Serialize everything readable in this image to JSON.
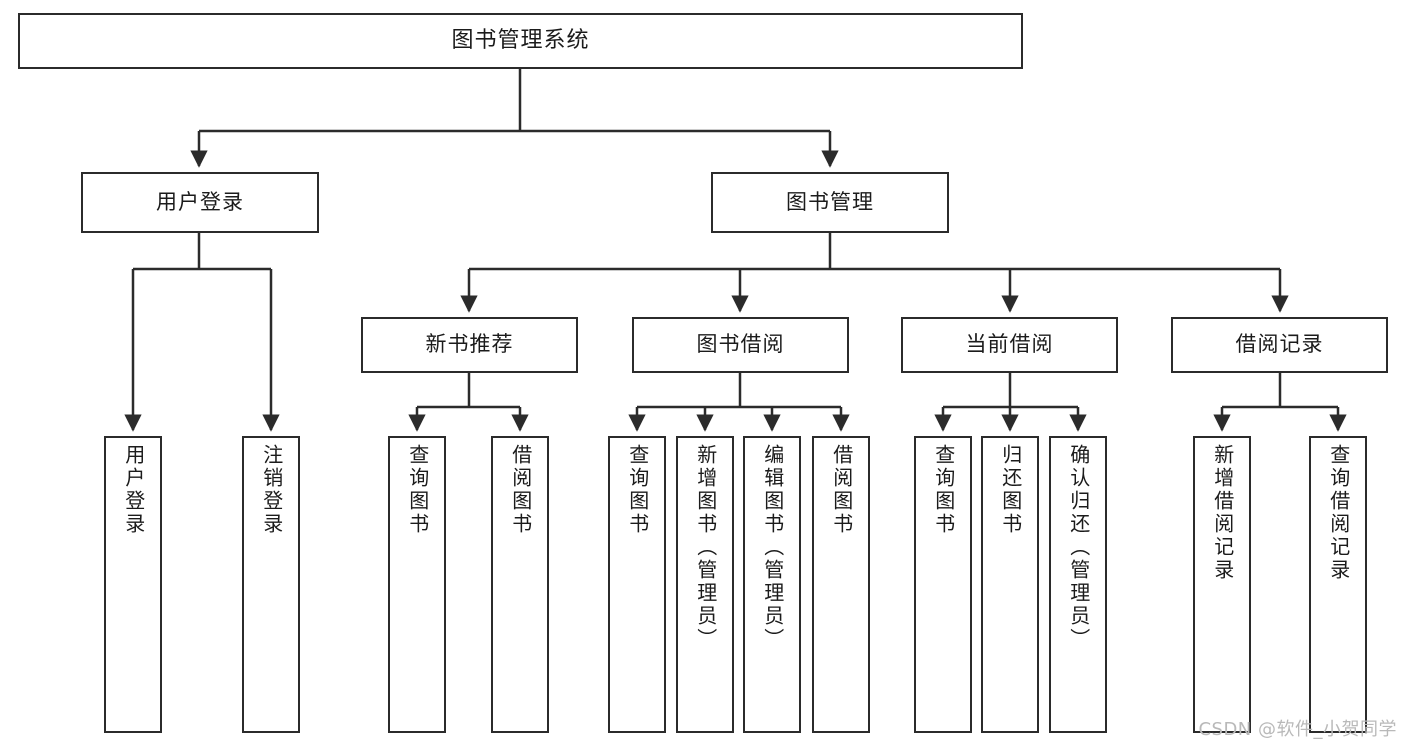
{
  "diagram": {
    "title": "图书管理系统",
    "type": "tree-hierarchy-chart",
    "orientation": "top-down",
    "box_fill": "#ffffff",
    "box_stroke": "#2b2b2b",
    "text_color": "#1b1b1b"
  },
  "watermark": {
    "text": "CSDN @软件_小贺同学",
    "color": "#b9b9b9"
  },
  "nodes": {
    "root": {
      "label": "图书管理系统"
    },
    "level2": [
      {
        "id": "user-login",
        "label": "用户登录"
      },
      {
        "id": "book-management",
        "label": "图书管理"
      }
    ],
    "level3": [
      {
        "id": "new-book-recommend",
        "label": "新书推荐"
      },
      {
        "id": "book-borrow",
        "label": "图书借阅"
      },
      {
        "id": "current-borrow",
        "label": "当前借阅"
      },
      {
        "id": "borrow-record",
        "label": "借阅记录"
      }
    ],
    "leaves": [
      {
        "id": "leaf-user-login",
        "label": "用户登录",
        "parent": "user-login"
      },
      {
        "id": "leaf-logout-login",
        "label": "注销登录",
        "parent": "user-login"
      },
      {
        "id": "leaf-query-book-1",
        "label": "查询图书",
        "parent": "new-book-recommend"
      },
      {
        "id": "leaf-borrow-book-1",
        "label": "借阅图书",
        "parent": "new-book-recommend"
      },
      {
        "id": "leaf-query-book-2",
        "label": "查询图书",
        "parent": "book-borrow"
      },
      {
        "id": "leaf-add-book",
        "label": "新增图书（管理员）",
        "parent": "book-borrow"
      },
      {
        "id": "leaf-edit-book",
        "label": "编辑图书（管理员）",
        "parent": "book-borrow"
      },
      {
        "id": "leaf-borrow-book-2",
        "label": "借阅图书",
        "parent": "book-borrow"
      },
      {
        "id": "leaf-query-book-3",
        "label": "查询图书",
        "parent": "current-borrow"
      },
      {
        "id": "leaf-return-book",
        "label": "归还图书",
        "parent": "current-borrow"
      },
      {
        "id": "leaf-confirm-return",
        "label": "确认归还（管理员）",
        "parent": "current-borrow"
      },
      {
        "id": "leaf-add-record",
        "label": "新增借阅记录",
        "parent": "borrow-record"
      },
      {
        "id": "leaf-query-record",
        "label": "查询借阅记录",
        "parent": "borrow-record"
      }
    ]
  }
}
